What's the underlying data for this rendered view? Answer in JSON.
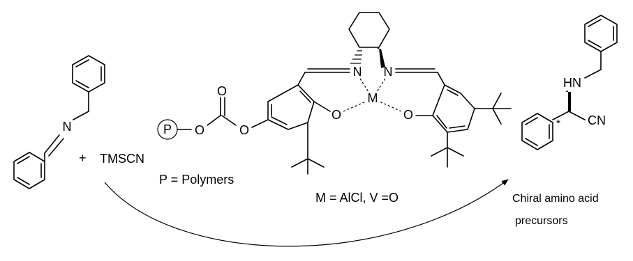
{
  "reaction": {
    "plus_sign": "+",
    "reagent": "TMSCN",
    "polymer_note": "P = Polymers",
    "metal_note": "M = AlCl, V =O",
    "product_caption_line1": "Chiral amino acid",
    "product_caption_line2": "precursors"
  },
  "atoms": {
    "imine_N": "N",
    "polymer_P": "P",
    "carbonate_O_top": "O",
    "carbonate_O_link": "O",
    "carbonate_O_aryl": "O",
    "salen_N_left": "N",
    "salen_N_right": "N",
    "metal": "M",
    "salen_O_left": "O",
    "salen_O_right": "O",
    "product_HN": "HN",
    "product_CN": "CN",
    "stereo_mark": "*"
  },
  "colors": {
    "ink": "#000000",
    "background": "#ffffff"
  }
}
